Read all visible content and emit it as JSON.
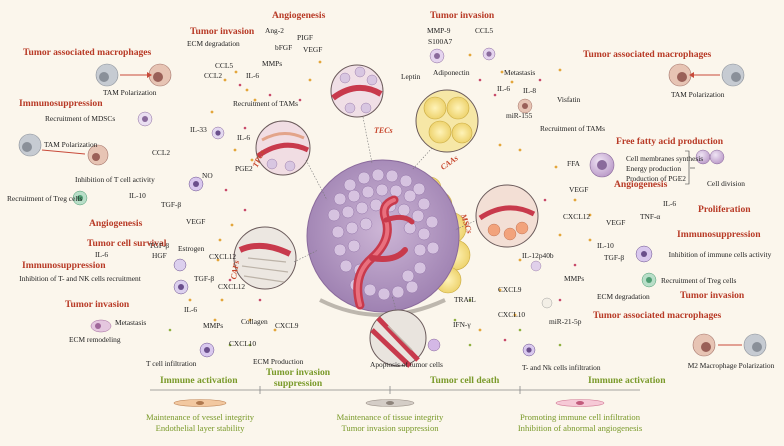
{
  "top_left": {
    "tumor_invasion": {
      "heading": "Tumor invasion",
      "ecm": "ECM degradation",
      "ccl5": "CCL5",
      "ccl2": "CCL2",
      "il6": "IL-6",
      "mmps": "MMPs"
    },
    "angiogenesis": {
      "heading": "Angiogenesis",
      "ang2": "Ang-2",
      "pigf": "PIGF",
      "bfgf": "bFGF",
      "vegf": "VEGF"
    },
    "tam": {
      "heading": "Tumor associated macrophages",
      "polarization": "TAM Polarization",
      "recruitment": "Recruitment of TAMs"
    },
    "immunosuppression": {
      "heading": "Immunosuppression",
      "mdsc": "Recruitment of MDSCs",
      "il33": "IL-33",
      "il6": "IL-6",
      "polarization": "TAM Polarization",
      "ccl2": "CCL2",
      "pge2": "PGE2",
      "no": "NO",
      "tcell": "Inhibition of T cell activity",
      "il10": "IL-10",
      "treg": "Recruitment of Treg cells",
      "tgfb": "TGF-β"
    }
  },
  "top_right": {
    "tumor_invasion": {
      "heading": "Tumor invasion",
      "mmp9": "MMP-9",
      "ccl5": "CCL5",
      "s100a7": "S100A7",
      "leptin": "Leptin",
      "adiponectin": "Adiponectin",
      "metastasis": "Metastasis"
    },
    "tam": {
      "heading": "Tumor associated macrophages",
      "il6": "IL-6",
      "il8": "IL-8",
      "visfatin": "Visfatin",
      "mir155": "miR-155",
      "recruitment": "Recruitment of TAMs",
      "polarization": "TAM Polarization"
    },
    "ffa": {
      "heading": "Free fatty acid production",
      "ffa": "FFA",
      "line1": "Cell membranes synthesis",
      "line2": "Energy production",
      "line3": "Production of PGE2",
      "division": "Cell division"
    }
  },
  "left_bottom": {
    "angiogenesis": {
      "heading": "Angiogenesis",
      "vegf": "VEGF"
    },
    "survival": {
      "heading": "Tumor cell survival",
      "il6": "IL-6",
      "tgfb": "TGF-β",
      "hgf": "HGF",
      "estrogen": "Estrogen",
      "cxcl12": "CXCL12"
    },
    "immunosuppression": {
      "heading": "Immunosuppression",
      "nk": "Inhibition of T- and NK cells recruitment",
      "tgfb": "TGF-β",
      "cxcl12": "CXCL12"
    },
    "invasion": {
      "heading": "Tumor invasion",
      "il6": "IL-6",
      "metastasis": "Metastasis",
      "mmps": "MMPs",
      "collagen": "Collagen",
      "cxcl9": "CXCL9",
      "ecm": "ECM remodeling",
      "cxcl10": "CXCL10",
      "tcell": "T cell infiltration",
      "ecm_production": "ECM Production"
    }
  },
  "right_bottom": {
    "angiogenesis": {
      "heading": "Angiogenesis",
      "vegf1": "VEGF",
      "il6": "IL-6",
      "cxcl12": "CXCL12",
      "vegf2": "VEGF",
      "tnfa": "TNF-α"
    },
    "proliferation": {
      "heading": "Proliferation"
    },
    "immunosuppression": {
      "heading": "Immunosuppression",
      "il10": "IL-10",
      "tgfb": "TGF-β",
      "il12": "IL-12p40b",
      "inhibition": "Inhibition of immune cells activity",
      "treg": "Recruitment of Treg cells"
    },
    "invasion": {
      "heading": "Tumor invasion",
      "mmps": "MMPs",
      "ecm": "ECM degradation"
    },
    "tam": {
      "heading": "Tumor associated macrophages",
      "trail": "TRAIL",
      "cxcl9": "CXCL9",
      "cxcl10": "CXCL10",
      "mir21": "miR-21-5p",
      "ifng": "IFN-γ",
      "m2": "M2 Macrophage Polarization"
    }
  },
  "tissue_labels": {
    "tecs": "TECs",
    "tpcs": "TPCs",
    "caas": "CAAs",
    "cafs": "CAFs",
    "mscs": "MSCs"
  },
  "bottom_center": {
    "apoptosis": "Apoptosis of tumor cells",
    "tnk": "T- and Nk cells infiltration"
  },
  "bottom_headings": {
    "immune_left": "Immune activation",
    "invasion_suppression": "Tumor invasion suppression",
    "cell_death": "Tumor cell death",
    "immune_right": "Immune activation"
  },
  "bottom_notes": {
    "left1": "Maintenance of vessel integrity",
    "left2": "Endothelial layer stability",
    "mid1": "Maintenance of tissue integrity",
    "mid2": "Tumor invasion suppression",
    "right1": "Promoting immune cell infiltration",
    "right2": "Inhibition of abnormal angiogenesis"
  },
  "colors": {
    "heading_red": "#b83a26",
    "heading_green": "#7a9a2a",
    "background": "#fbf6ec",
    "tumor": "#b99bc4",
    "adipose": "#f1dc79",
    "vessel": "#d24a5c"
  }
}
